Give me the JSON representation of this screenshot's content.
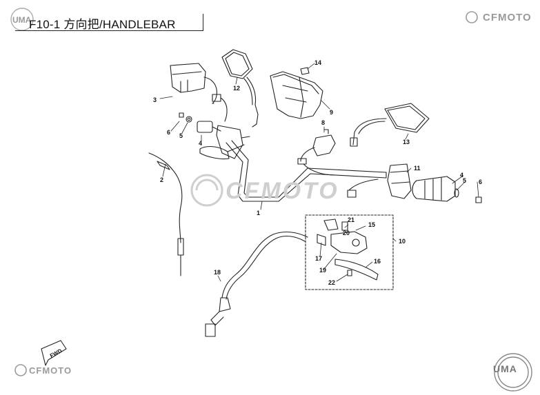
{
  "header": {
    "title": "F10-1 方向把/HANDLEBAR",
    "brand_top": "CFMOTO",
    "uma_corner": "UMA"
  },
  "watermark": "CFMOTO",
  "footer": {
    "brand_bottom": "CFMOTO",
    "uma_badge": "UMA",
    "fwd_label": "FWD"
  },
  "callouts": [
    {
      "id": "c1",
      "label": "1"
    },
    {
      "id": "c2",
      "label": "2"
    },
    {
      "id": "c3",
      "label": "3"
    },
    {
      "id": "c4a",
      "label": "4"
    },
    {
      "id": "c4b",
      "label": "4"
    },
    {
      "id": "c5a",
      "label": "5"
    },
    {
      "id": "c5b",
      "label": "5"
    },
    {
      "id": "c6a",
      "label": "6"
    },
    {
      "id": "c6b",
      "label": "6"
    },
    {
      "id": "c8",
      "label": "8"
    },
    {
      "id": "c9",
      "label": "9"
    },
    {
      "id": "c10",
      "label": "10"
    },
    {
      "id": "c11",
      "label": "11"
    },
    {
      "id": "c12",
      "label": "12"
    },
    {
      "id": "c13",
      "label": "13"
    },
    {
      "id": "c14",
      "label": "14"
    },
    {
      "id": "c15",
      "label": "15"
    },
    {
      "id": "c16",
      "label": "16"
    },
    {
      "id": "c17",
      "label": "17"
    },
    {
      "id": "c18",
      "label": "18"
    },
    {
      "id": "c19",
      "label": "19"
    },
    {
      "id": "c20",
      "label": "20"
    },
    {
      "id": "c21",
      "label": "21"
    },
    {
      "id": "c22",
      "label": "22"
    }
  ]
}
